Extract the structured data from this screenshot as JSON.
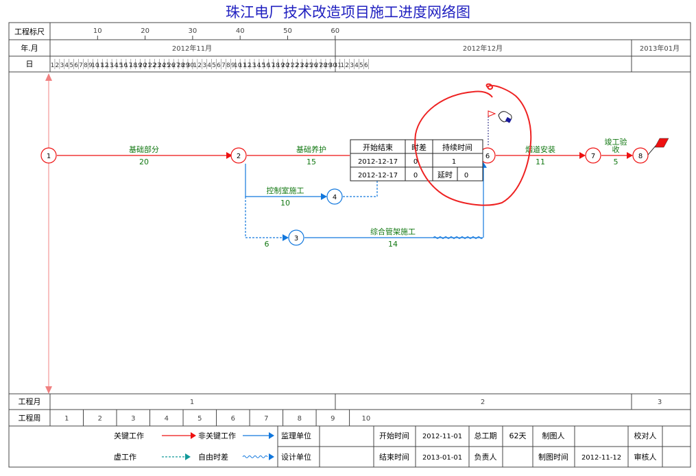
{
  "title": "珠江电厂技术改造项目施工进度网络图",
  "header": {
    "scale_label": "工程标尺",
    "scale_ticks": [
      "10",
      "20",
      "30",
      "40",
      "50",
      "60"
    ],
    "month_label": "年.月",
    "months": [
      "2012年11月",
      "2012年12月",
      "2013年01月"
    ],
    "day_label": "日",
    "days_nov": 30,
    "days_dec": 31,
    "days_jan": 6
  },
  "nodes": [
    {
      "id": "1",
      "day": 0
    },
    {
      "id": "2",
      "day": 20
    },
    {
      "id": "3",
      "day": 26
    },
    {
      "id": "4",
      "day": 30
    },
    {
      "id": "6",
      "day": 46
    },
    {
      "id": "7",
      "day": 57
    },
    {
      "id": "8",
      "day": 62
    }
  ],
  "activities": [
    {
      "name": "基础部分",
      "duration": "20",
      "type": "critical"
    },
    {
      "name": "基础养护",
      "duration": "15",
      "type": "critical"
    },
    {
      "name": "烟道安装",
      "duration": "11",
      "type": "critical"
    },
    {
      "name": "竣工验收",
      "name_line1": "竣工验",
      "name_line2": "收",
      "duration": "5",
      "type": "critical"
    },
    {
      "name": "控制室施工",
      "duration": "10",
      "type": "non-critical"
    },
    {
      "name": "综合管架施工",
      "duration": "14",
      "type": "non-critical"
    },
    {
      "name": "",
      "duration": "6",
      "type": "dummy"
    }
  ],
  "popup": {
    "headers": [
      "开始结束",
      "时差",
      "持续时间"
    ],
    "row1": [
      "2012-12-17",
      "0",
      "1"
    ],
    "row2": [
      "2012-12-17",
      "0",
      "延时",
      "0"
    ]
  },
  "footer": {
    "month_label": "工程月",
    "months": [
      "1",
      "2",
      "3"
    ],
    "week_label": "工程周",
    "weeks": [
      "1",
      "2",
      "3",
      "4",
      "5",
      "6",
      "7",
      "8",
      "9",
      "10"
    ]
  },
  "legend": {
    "critical": "关键工作",
    "non_critical": "非关键工作",
    "dummy": "虚工作",
    "free_float": "自由时差",
    "supervisor": "监理单位",
    "designer": "设计单位",
    "start_label": "开始时间",
    "start_value": "2012-11-01",
    "end_label": "结束时间",
    "end_value": "2013-01-01",
    "total_label": "总工期",
    "total_value": "62天",
    "owner_label": "负责人",
    "drawer_label": "制图人",
    "draw_time_label": "制图时间",
    "draw_time_value": "2012-11-12",
    "checker_label": "校对人",
    "reviewer_label": "审核人"
  },
  "colors": {
    "critical": "#ee1111",
    "non_critical": "#1177dd",
    "dummy": "#119999",
    "text_green": "#117711",
    "title": "#2020c0",
    "annotation": "#ee2222"
  }
}
